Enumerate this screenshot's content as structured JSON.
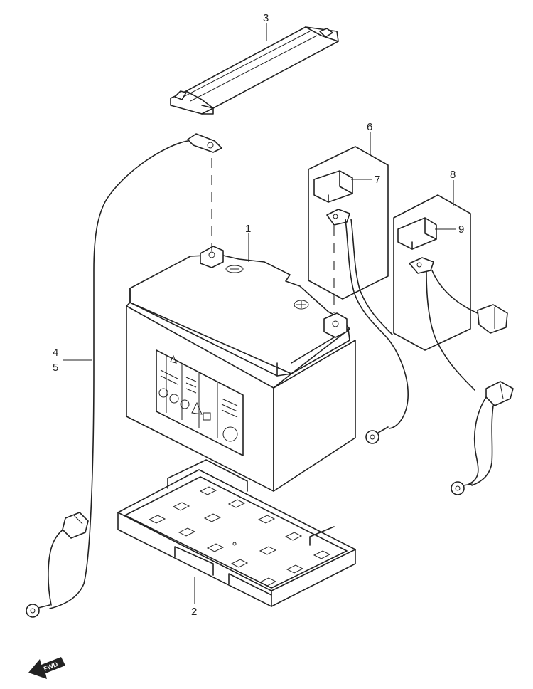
{
  "callouts": [
    {
      "id": "1",
      "text": "1"
    },
    {
      "id": "2",
      "text": "2"
    },
    {
      "id": "3",
      "text": "3"
    },
    {
      "id": "4",
      "text": "4"
    },
    {
      "id": "5",
      "text": "5"
    },
    {
      "id": "6",
      "text": "6"
    },
    {
      "id": "7",
      "text": "7"
    },
    {
      "id": "8",
      "text": "8"
    },
    {
      "id": "9",
      "text": "9"
    }
  ],
  "fwd_label": "FWD",
  "icons": [
    "battery",
    "battery-tray",
    "battery-strap",
    "negative-lead",
    "positive-cable",
    "terminal-cap",
    "fwd-arrow-icon"
  ],
  "colors": {
    "line": "#222222",
    "background": "#ffffff"
  }
}
